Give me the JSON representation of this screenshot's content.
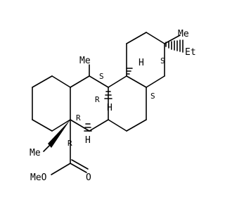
{
  "molecule": {
    "atom_labels": {
      "me_top": "Me",
      "me_right": "Me",
      "et": "Et",
      "me_left": "Me",
      "ester_ome": "MeO",
      "ester_o": "O",
      "h_upper": "H",
      "h_mid": "H",
      "h_lower": "H"
    },
    "stereo_labels": {
      "s_top": "S",
      "s_right_q": "S",
      "s_right_mid": "S",
      "r_c10": "R",
      "r_c5": "R",
      "r_c4": "R"
    }
  }
}
